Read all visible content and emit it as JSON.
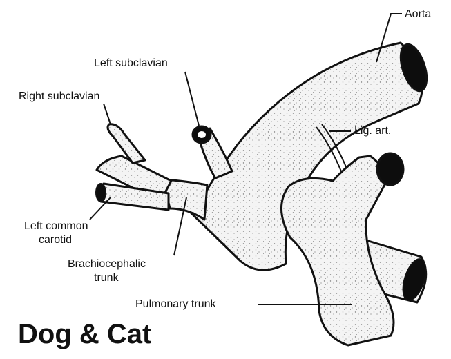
{
  "title": "Dog & Cat",
  "labels": {
    "aorta": "Aorta",
    "left_subclavian": "Left subclavian",
    "right_subclavian": "Right subclavian",
    "lig_art": "Lig. art.",
    "left_common_carotid_line1": "Left common",
    "left_common_carotid_line2": "carotid",
    "brachiocephalic_line1": "Brachiocephalic",
    "brachiocephalic_line2": "trunk",
    "pulmonary_trunk": "Pulmonary trunk"
  },
  "colors": {
    "outline": "#111111",
    "vessel_fill": "#f4f4f4",
    "stipple": "#7a7a7a",
    "lumen": "#0d0d0d"
  }
}
